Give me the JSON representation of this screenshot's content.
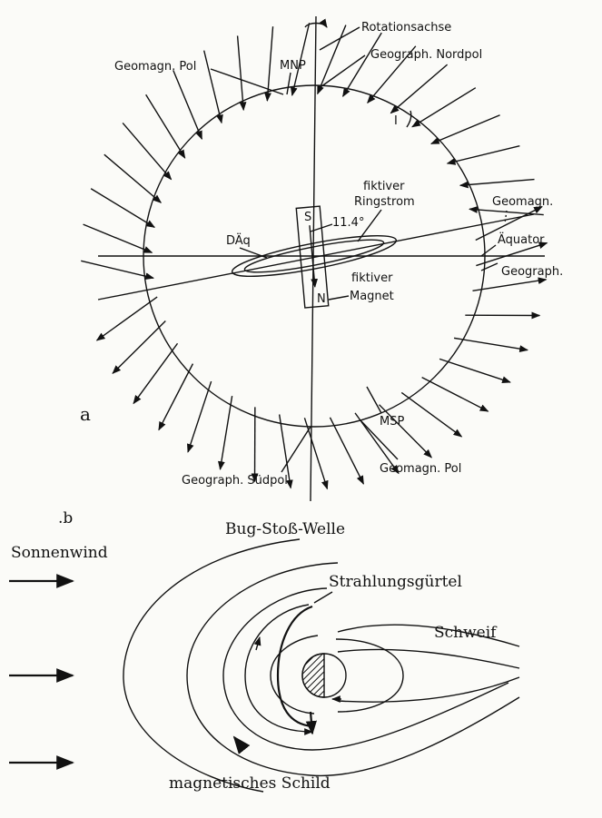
{
  "panel_a": {
    "panel_label": "a",
    "labels": {
      "rotation_axis": "Rotationsachse",
      "mnp": "MNP",
      "geomag_pole_north": "Geomagn. Pol",
      "geographic_north_pole": "Geograph. Nordpol",
      "inclination": "I",
      "fictive": "fiktiver",
      "ring_current": "Ringstrom",
      "geomag_equator_line1": "Geomagn.",
      "equator": "Äquator",
      "geographic_equator": "Geograph.",
      "magnet_south": "S",
      "angle": "11.4°",
      "dipole_equator": "DÄq",
      "fictive_2": "fiktiver",
      "magnet": "Magnet",
      "magnet_north": "N",
      "msp": "MSP",
      "geographic_south_pole": "Geograph. Südpol",
      "geomag_pole_south": "Geomagn. Pol"
    }
  },
  "panel_b": {
    "panel_label": ".b",
    "labels": {
      "bow_shock": "Bug-Stoß-Welle",
      "solar_wind": "Sonnenwind",
      "radiation_belt": "Strahlungsgürtel",
      "tail": "Schweif",
      "magnetic_shield": "magnetisches Schild"
    }
  }
}
